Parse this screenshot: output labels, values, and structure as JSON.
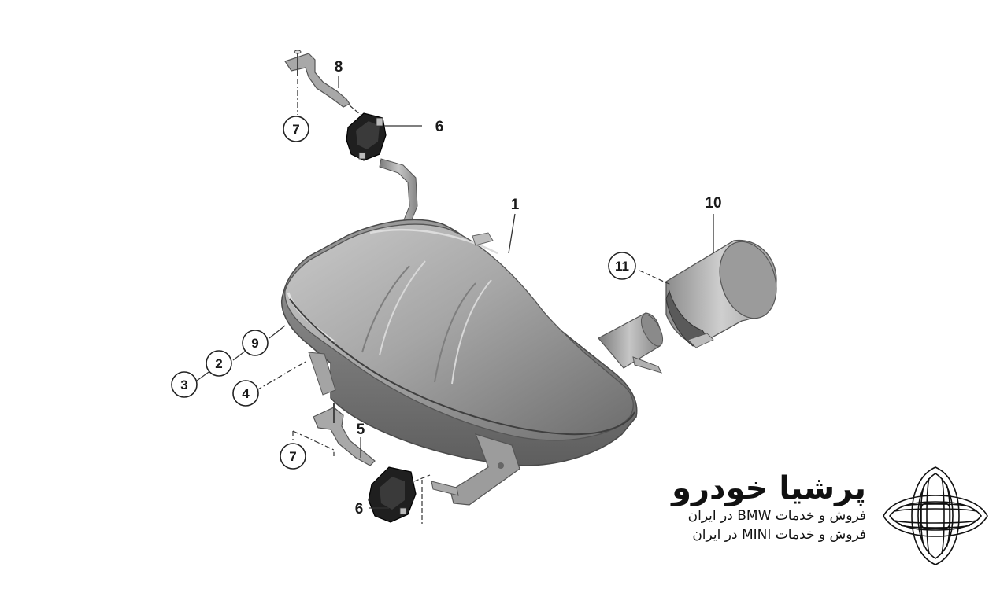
{
  "callouts": {
    "c1": "1",
    "c2": "2",
    "c3": "3",
    "c4": "4",
    "c5": "5",
    "c6_top": "6",
    "c6_bottom": "6",
    "c7_top": "7",
    "c7_bottom": "7",
    "c8": "8",
    "c9": "9",
    "c10": "10",
    "c11": "11"
  },
  "brand": {
    "name": "پرشیا خودرو",
    "line_bmw": "فروش و خدمات BMW در ایران",
    "line_mini": "فروش و خدمات MINI در ایران"
  },
  "colors": {
    "metal": "#9a9a9a",
    "metal_dark": "#6e6e6e",
    "metal_light": "#d2d2d2",
    "rubber": "#1e1e1e",
    "ink": "#1a1a1a"
  }
}
